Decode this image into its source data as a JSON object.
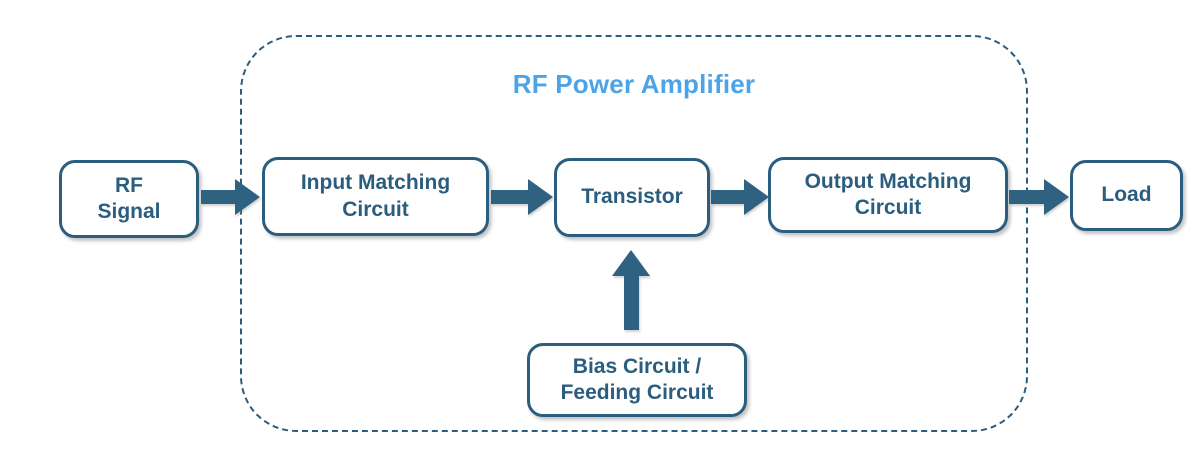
{
  "diagram": {
    "title": "RF Power Amplifier",
    "type": "block-diagram"
  },
  "colors": {
    "node_border": "#2A5D7E",
    "node_text": "#2A5D7E",
    "arrow": "#2F6181",
    "boundary_dash": "#2A5D7E",
    "title_text": "#4BA4E8",
    "background": "#FFFFFF"
  },
  "nodes": [
    {
      "id": "rf-signal",
      "label": "RF\nSignal"
    },
    {
      "id": "input-matching-circuit",
      "label": "Input Matching\nCircuit"
    },
    {
      "id": "transistor",
      "label": "Transistor"
    },
    {
      "id": "output-matching-circuit",
      "label": "Output Matching\nCircuit"
    },
    {
      "id": "load",
      "label": "Load"
    },
    {
      "id": "bias-feeding-circuit",
      "label": "Bias Circuit /\nFeeding Circuit"
    }
  ],
  "edges": [
    {
      "from": "rf-signal",
      "to": "input-matching-circuit",
      "direction": "right"
    },
    {
      "from": "input-matching-circuit",
      "to": "transistor",
      "direction": "right"
    },
    {
      "from": "transistor",
      "to": "output-matching-circuit",
      "direction": "right"
    },
    {
      "from": "output-matching-circuit",
      "to": "load",
      "direction": "right"
    },
    {
      "from": "bias-feeding-circuit",
      "to": "transistor",
      "direction": "up"
    }
  ],
  "boundary": {
    "contains": [
      "input-matching-circuit",
      "transistor",
      "output-matching-circuit",
      "bias-feeding-circuit"
    ]
  }
}
